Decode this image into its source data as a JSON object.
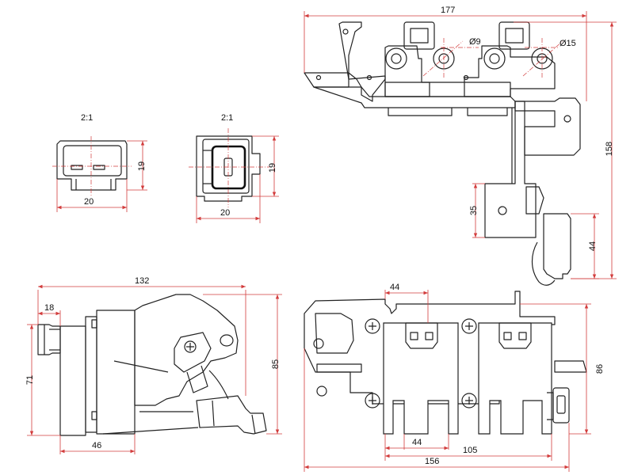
{
  "scale_labels": {
    "connector_a": "2:1",
    "connector_b": "2:1"
  },
  "dimensions": {
    "connector_a_width": "20",
    "connector_a_height": "19",
    "connector_b_width": "20",
    "connector_b_height": "19",
    "top_overall_width": "177",
    "top_overall_height": "158",
    "hole_small_dia": "Ø9",
    "hole_large_dia": "Ø15",
    "bracket_height": "35",
    "lead_height": "44",
    "side_overall_width": "132",
    "side_connector_width": "18",
    "side_overall_height": "85",
    "side_body_height": "71",
    "side_bottom_width": "46",
    "front_top_pitch": "44",
    "front_bottom_pitch": "44",
    "front_coil_span": "105",
    "front_overall_width": "156",
    "front_overall_height": "86"
  },
  "colors": {
    "outline": "#222222",
    "dimension": "#d23c3c",
    "text": "#111111"
  }
}
